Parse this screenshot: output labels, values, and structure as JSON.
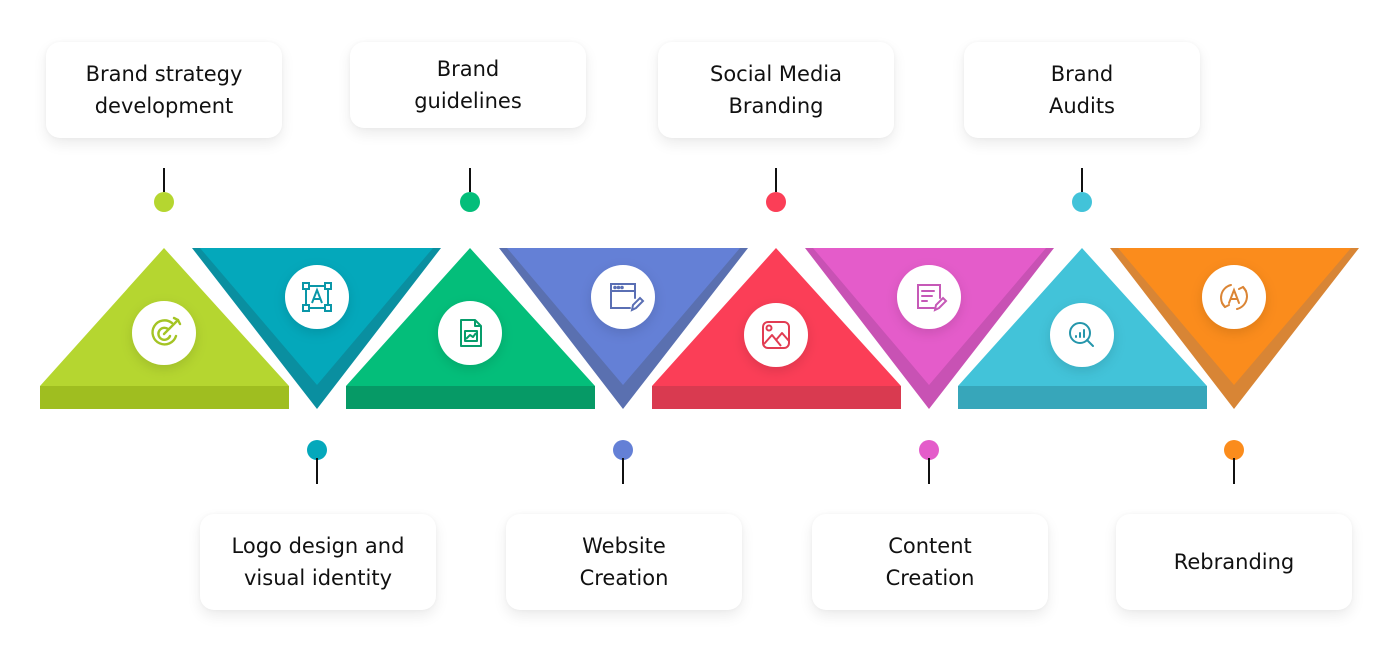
{
  "steps": [
    {
      "label": "Brand strategy\ndevelopment",
      "color": "#b5d630",
      "shade": "#9fbe20",
      "icon": "target-arrow-icon",
      "position": "top"
    },
    {
      "label": "Logo design and\nvisual identity",
      "color": "#04a8bb",
      "shade": "#0a8fa0",
      "icon": "vector-text-icon",
      "position": "bottom"
    },
    {
      "label": "Brand\nguidelines",
      "color": "#04be7a",
      "shade": "#069a66",
      "icon": "document-chart-icon",
      "position": "top"
    },
    {
      "label": "Website\nCreation",
      "color": "#6480d6",
      "shade": "#5a70b0",
      "icon": "browser-edit-icon",
      "position": "bottom"
    },
    {
      "label": "Social Media\nBranding",
      "color": "#fb3e57",
      "shade": "#d93a50",
      "icon": "image-icon",
      "position": "top"
    },
    {
      "label": "Content\nCreation",
      "color": "#e45cca",
      "shade": "#c852b4",
      "icon": "note-edit-icon",
      "position": "bottom"
    },
    {
      "label": "Brand\nAudits",
      "color": "#42c3d9",
      "shade": "#37a6ba",
      "icon": "search-chart-icon",
      "position": "top"
    },
    {
      "label": "Rebranding",
      "color": "#fb8c1c",
      "shade": "#d88535",
      "icon": "refresh-a-icon",
      "position": "bottom"
    }
  ]
}
